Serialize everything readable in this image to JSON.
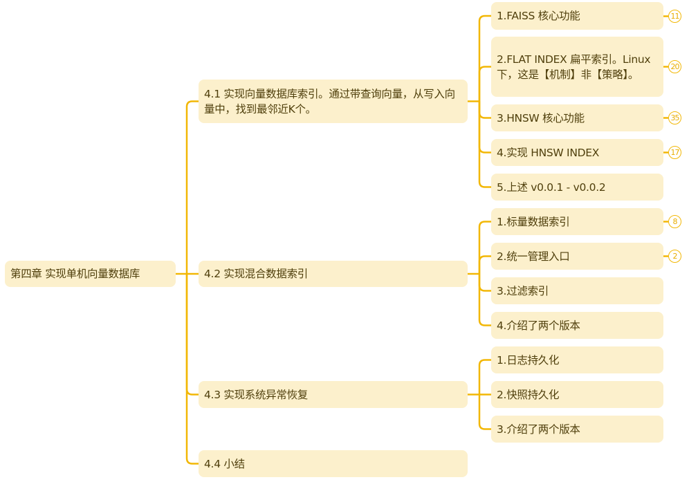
{
  "colors": {
    "line": "#f2b705",
    "node_bg": "#fcf0cc",
    "text": "#4f3f0c"
  },
  "root": {
    "label": "第四章 实现单机向量数据库"
  },
  "sections": [
    {
      "label": "4.1 实现向量数据库索引。通过带查询向量，从写入向量中，找到最邻近K个。",
      "children": [
        {
          "label": "1.FAISS 核心功能",
          "badge": "11"
        },
        {
          "label": "2.FLAT INDEX 扁平索引。Linux 下，这是【机制】非【策略】。",
          "badge": "20"
        },
        {
          "label": "3.HNSW 核心功能",
          "badge": "35"
        },
        {
          "label": "4.实现 HNSW INDEX",
          "badge": "17"
        },
        {
          "label": "5.上述 v0.0.1 - v0.0.2"
        }
      ]
    },
    {
      "label": "4.2 实现混合数据索引",
      "children": [
        {
          "label": "1.标量数据索引",
          "badge": "8"
        },
        {
          "label": "2.统一管理入口",
          "badge": "2"
        },
        {
          "label": "3.过滤索引"
        },
        {
          "label": "4.介绍了两个版本"
        }
      ]
    },
    {
      "label": "4.3 实现系统异常恢复",
      "children": [
        {
          "label": "1.日志持久化"
        },
        {
          "label": "2.快照持久化"
        },
        {
          "label": "3.介绍了两个版本"
        }
      ]
    },
    {
      "label": "4.4 小结",
      "children": []
    }
  ]
}
